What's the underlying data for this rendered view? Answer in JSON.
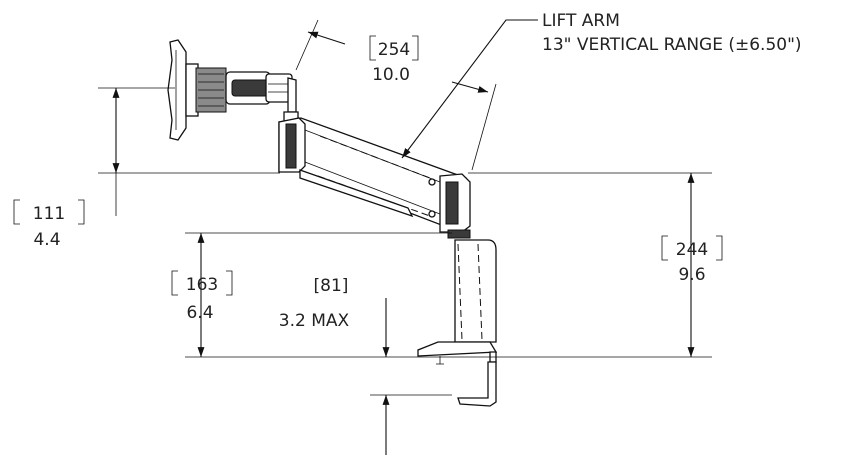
{
  "callout": {
    "line1": "LIFT ARM",
    "line2": "13\" VERTICAL RANGE (±6.50\")"
  },
  "dimensions": {
    "reach": {
      "mm": "254",
      "in": "10.0"
    },
    "monitor_offset": {
      "mm": "111",
      "in": "4.4"
    },
    "pole_height": {
      "mm": "163",
      "in": "6.4"
    },
    "clamp_thickness": {
      "mm": "[81]",
      "in": "3.2 MAX"
    },
    "arm_height": {
      "mm": "244",
      "in": "9.6"
    }
  }
}
